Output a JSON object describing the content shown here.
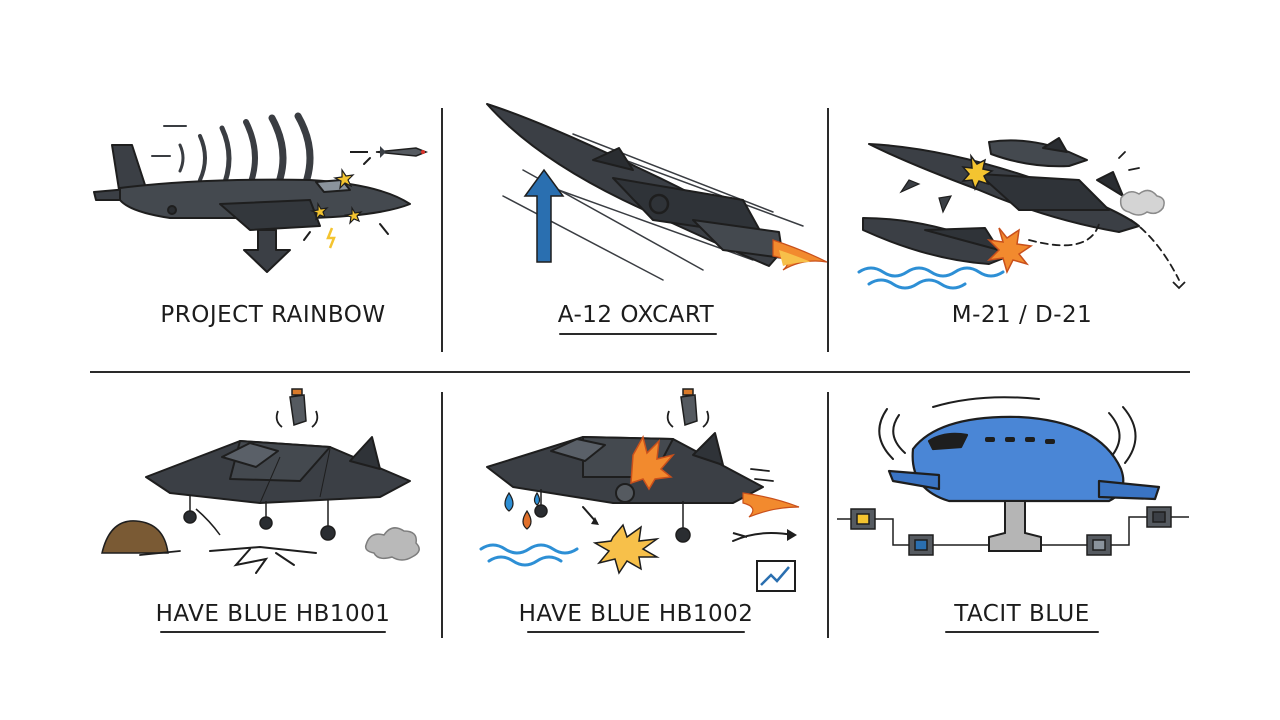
{
  "panels": [
    {
      "label": "PROJECT RAINBOW",
      "underlined": false
    },
    {
      "label": "A-12 OXCART",
      "underlined": true
    },
    {
      "label": "M-21 / D-21",
      "underlined": false
    },
    {
      "label": "HAVE BLUE HB1001",
      "underlined": true
    },
    {
      "label": "HAVE BLUE HB1002",
      "underlined": true
    },
    {
      "label": "TACIT BLUE",
      "underlined": true
    }
  ],
  "colors": {
    "aircraft": "#3b3f45",
    "outline": "#1e1e1e",
    "accent_blue": "#2a6fb0",
    "fire": "#f28a2e",
    "spark": "#f4c430",
    "water": "#2d8fd5",
    "tacit_body": "#4a86d6"
  },
  "icons": [
    "radar-wave-icon",
    "missile-icon",
    "down-arrow-icon",
    "up-arrow-icon",
    "explosion-icon",
    "ejection-seat-icon",
    "chart-icon",
    "microchip-icon"
  ]
}
